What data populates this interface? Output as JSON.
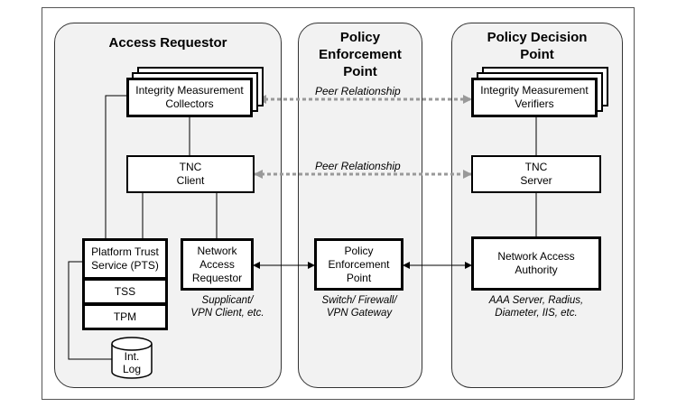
{
  "columns": {
    "access_requestor": {
      "title": "Access Requestor"
    },
    "pep": {
      "title_line1": "Policy",
      "title_line2": "Enforcement",
      "title_line3": "Point"
    },
    "pdp": {
      "title_line1": "Policy Decision",
      "title_line2": "Point"
    }
  },
  "ar": {
    "imc_line1": "Integrity Measurement",
    "imc_line2": "Collectors",
    "tnc_client_line1": "TNC",
    "tnc_client_line2": "Client",
    "pts_line1": "Platform Trust",
    "pts_line2": "Service (PTS)",
    "tss": "TSS",
    "tpm": "TPM",
    "nar_line1": "Network",
    "nar_line2": "Access",
    "nar_line3": "Requestor",
    "nar_caption_line1": "Supplicant/",
    "nar_caption_line2": "VPN Client, etc.",
    "log_line1": "Int.",
    "log_line2": "Log"
  },
  "pep": {
    "box_line1": "Policy",
    "box_line2": "Enforcement",
    "box_line3": "Point",
    "caption_line1": "Switch/ Firewall/",
    "caption_line2": "VPN Gateway"
  },
  "pdp": {
    "imv_line1": "Integrity Measurement",
    "imv_line2": "Verifiers",
    "tnc_server_line1": "TNC",
    "tnc_server_line2": "Server",
    "naa_line1": "Network Access",
    "naa_line2": "Authority",
    "caption_line1": "AAA Server, Radius,",
    "caption_line2": "Diameter,  IIS, etc."
  },
  "relationships": {
    "peer_top": "Peer Relationship",
    "peer_middle": "Peer Relationship"
  },
  "colors": {
    "column_fill": "#f2f2f2",
    "peer_arrow": "#999999",
    "border": "#000000"
  }
}
